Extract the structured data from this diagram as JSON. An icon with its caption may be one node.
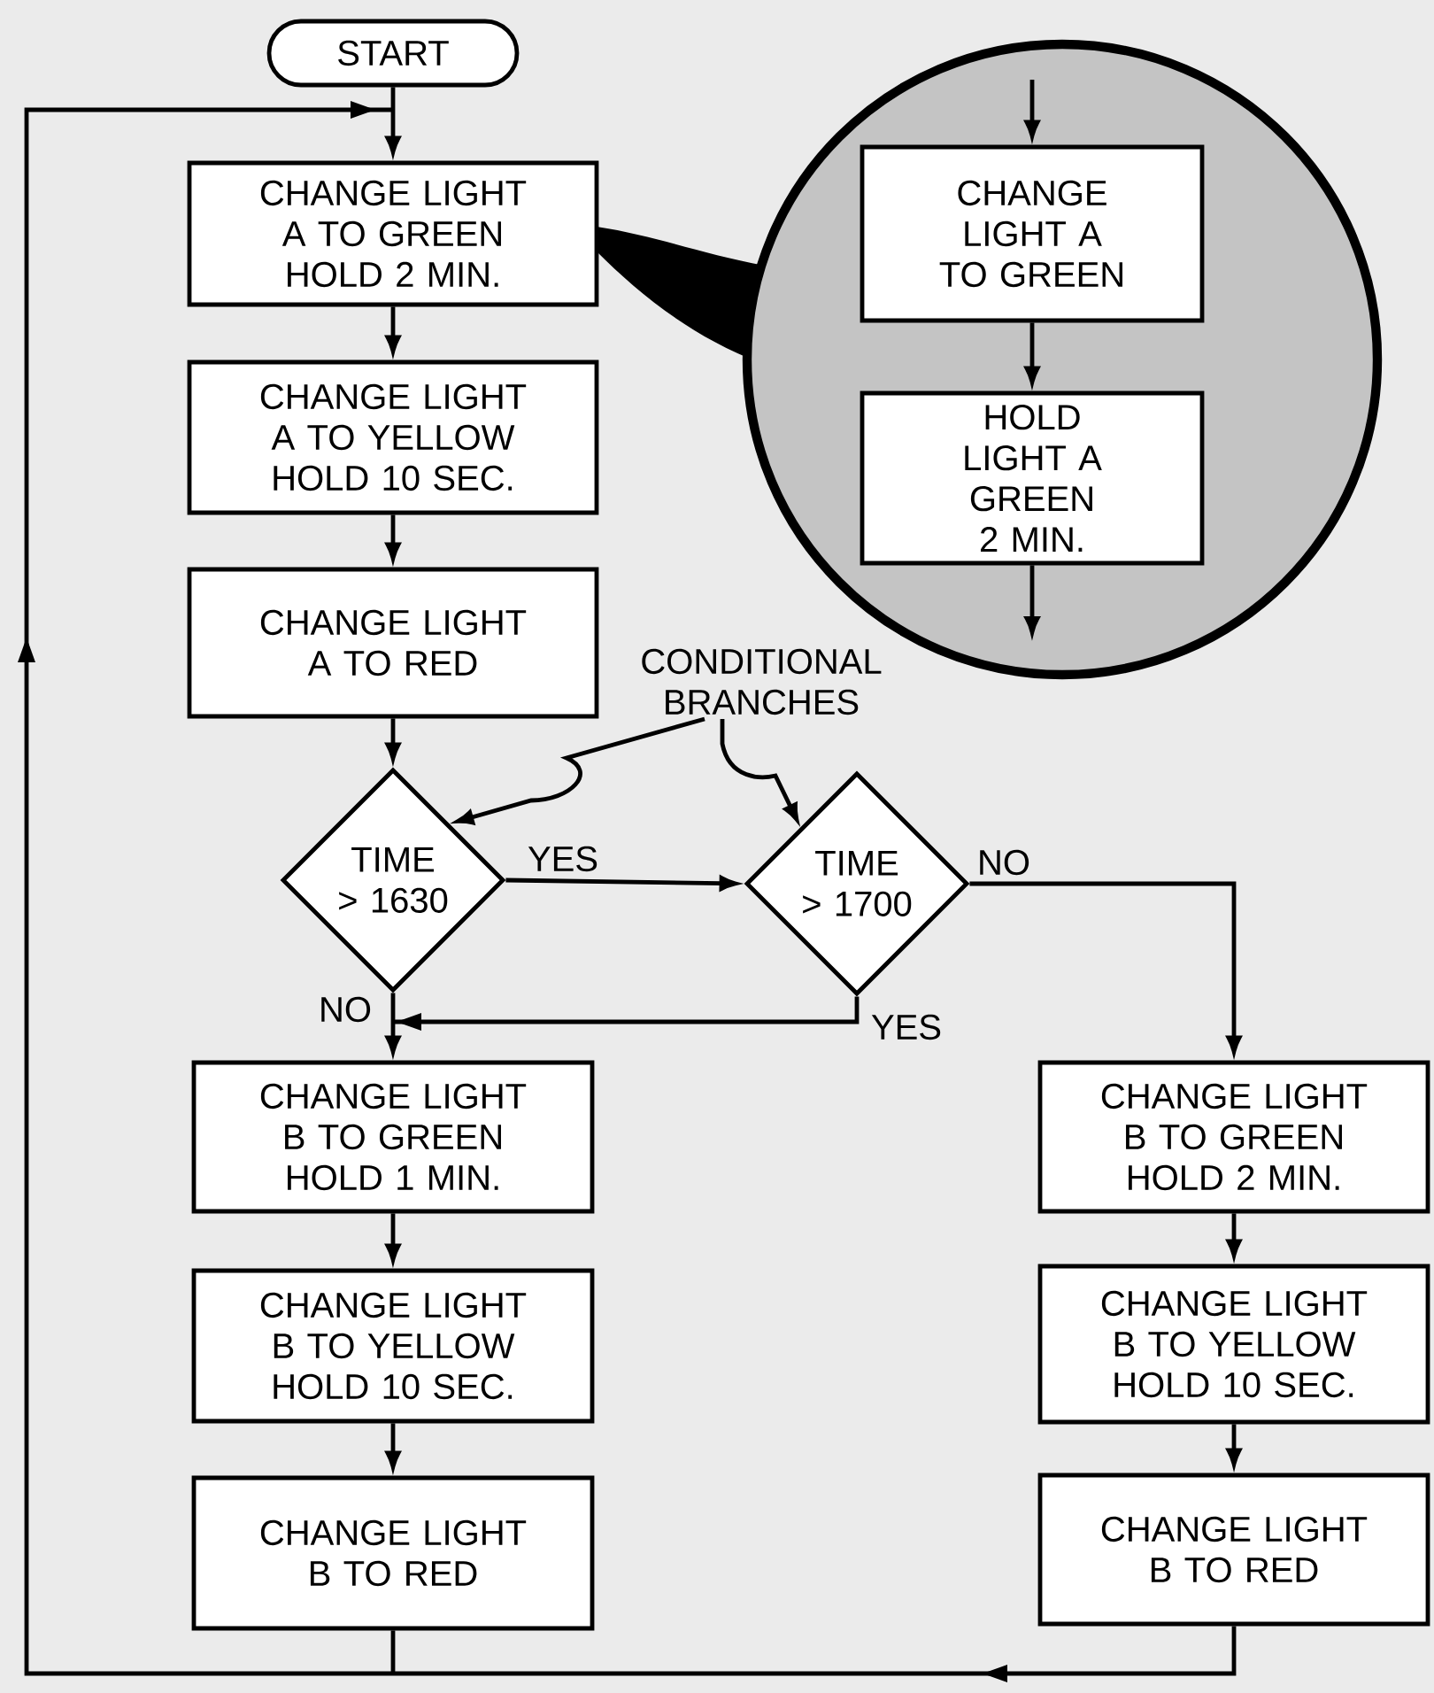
{
  "diagram": {
    "nodes": [
      {
        "text": [
          "START"
        ]
      },
      {
        "text": [
          "CHANGE LIGHT A TO GREEN HOLD 2 MIN."
        ]
      },
      {
        "text": [
          "CHANGE LIGHT A TO YELLOW HOLD 10 SEC."
        ]
      },
      {
        "text": [
          "CHANGE LIGHT A TO RED"
        ]
      },
      {
        "text": [
          "TIME > 1630"
        ]
      },
      {
        "text": [
          "TIME > 1700"
        ]
      },
      {
        "text": [
          "CHANGE LIGHT B TO GREEN HOLD 1 MIN."
        ]
      },
      {
        "text": [
          "CHANGE LIGHT B TO YELLOW HOLD 10 SEC."
        ]
      },
      {
        "text": [
          "CHANGE LIGHT B TO RED"
        ]
      },
      {
        "text": [
          "CHANGE LIGHT B TO GREEN HOLD 2 MIN."
        ]
      },
      {
        "text": [
          "CHANGE LIGHT B TO YELLOW HOLD 10 SEC."
        ]
      },
      {
        "text": [
          "CHANGE LIGHT B TO RED"
        ]
      },
      {
        "text": [],
        "shape": "circle"
      },
      {
        "text": [
          "CHANGE LIGHT A TO GREEN"
        ],
        "in": 12
      },
      {
        "text": [
          "HOLD LIGHT A GREEN 2 MIN."
        ],
        "in": 12
      },
      {
        "text": [
          "CONDITIONAL BRANCHES"
        ]
      }
    ],
    "edges": [
      {
        "from": 0,
        "to": 1,
        "arrow": "to"
      },
      {
        "from": 1,
        "to": 2,
        "arrow": "to"
      },
      {
        "from": 2,
        "to": 3,
        "arrow": "to"
      },
      {
        "from": 3,
        "to": 4,
        "arrow": "to"
      },
      {
        "from": 4,
        "to": 5,
        "arrow": "to",
        "label": "YES"
      },
      {
        "from": 5,
        "to": 9,
        "arrow": "to",
        "label": "NO"
      },
      {
        "from": 4,
        "to": 6,
        "arrow": "to",
        "label": "NO"
      },
      {
        "from": 5,
        "to": 6,
        "arrow": "to",
        "label": "YES"
      },
      {
        "from": 6,
        "to": 7,
        "arrow": "to"
      },
      {
        "from": 7,
        "to": 8,
        "arrow": "to"
      },
      {
        "from": 9,
        "to": 10,
        "arrow": "to"
      },
      {
        "from": 10,
        "to": 11,
        "arrow": "to"
      },
      {
        "from": 8,
        "to": 1,
        "arrow": "to"
      },
      {
        "from": 11,
        "to": 1,
        "arrow": "to"
      },
      {
        "from": null,
        "to": 13,
        "arrow": "to"
      },
      {
        "from": 13,
        "to": 14,
        "arrow": "to"
      },
      {
        "from": 14,
        "to": null,
        "arrow": "to"
      },
      {
        "from": 15,
        "to": 4,
        "arrow": "to"
      },
      {
        "from": 15,
        "to": 5,
        "arrow": "to"
      }
    ]
  }
}
